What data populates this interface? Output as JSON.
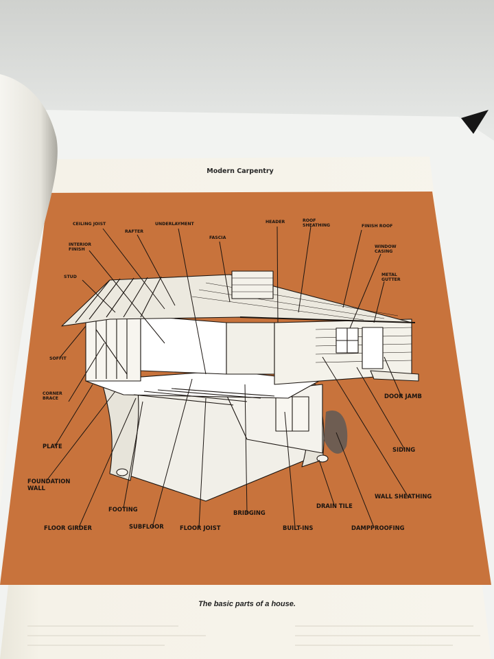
{
  "page": {
    "running_head": "Modern Carpentry",
    "caption": "The basic parts of a house."
  },
  "colors": {
    "panel": "#c8733c",
    "paper": "#f4f2ea",
    "ink": "#1a1410",
    "background": "#d9dbd8"
  },
  "labels": {
    "ceiling_joist": "CEILING JOIST",
    "rafter": "RAFTER",
    "underlayment": "UNDERLAYMENT",
    "fascia": "FASCIA",
    "header": "HEADER",
    "roof_sheathing": "ROOF\nSHEATHING",
    "finish_roof": "FINISH ROOF",
    "interior_finish": "INTERIOR\nFINISH",
    "window_casing": "WINDOW\nCASING",
    "stud": "STUD",
    "metal_gutter": "METAL\nGUTTER",
    "soffit": "SOFFIT",
    "corner_brace": "CORNER\nBRACE",
    "door_jamb": "DOOR JAMB",
    "plate": "PLATE",
    "siding": "SIDING",
    "foundation_wall": "FOUNDATION\nWALL",
    "wall_sheathing": "WALL SHEATHING",
    "drain_tile": "DRAIN TILE",
    "footing": "FOOTING",
    "bridging": "BRIDGING",
    "floor_girder": "FLOOR GIRDER",
    "subfloor": "SUBFLOOR",
    "floor_joist": "FLOOR JOIST",
    "built_ins": "BUILT-INS",
    "dampproofing": "DAMPPROOFING"
  }
}
